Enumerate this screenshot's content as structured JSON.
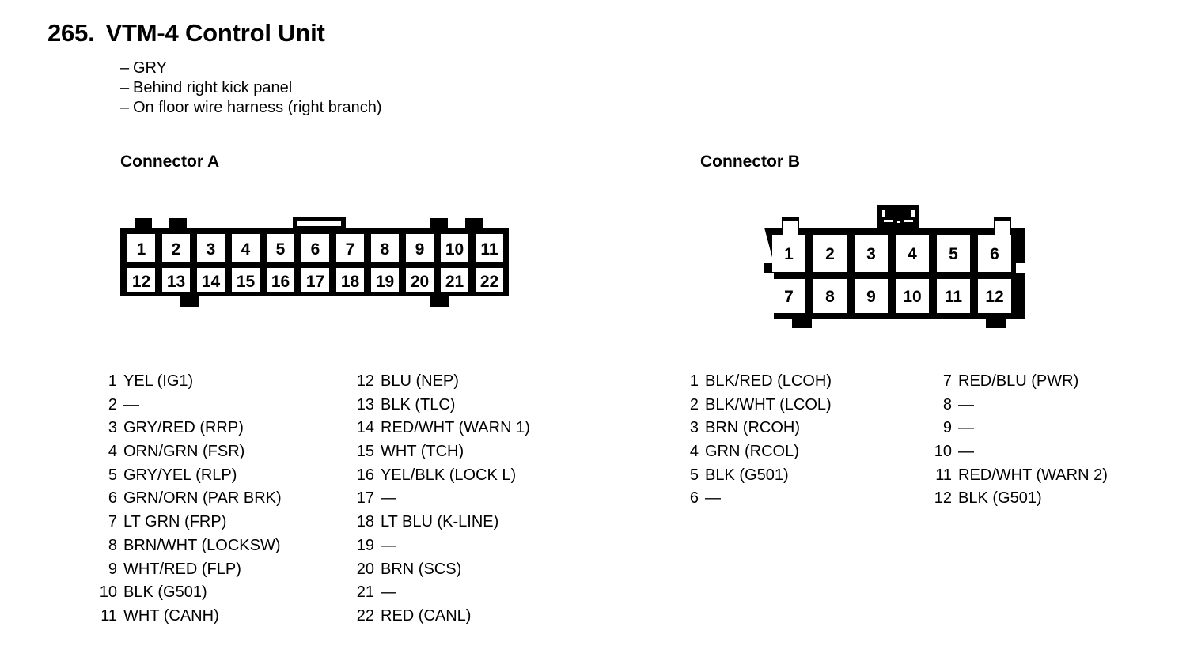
{
  "header": {
    "number": "265.",
    "title": "VTM-4 Control Unit",
    "notes": [
      "GRY",
      "Behind right kick panel",
      "On floor wire harness (right branch)"
    ],
    "dash": "–"
  },
  "colors": {
    "ink": "#000000",
    "paper": "#ffffff"
  },
  "connector_a": {
    "heading": "Connector A",
    "grid": {
      "columns": 11,
      "rows": 2,
      "top_row_pins": [
        "1",
        "2",
        "3",
        "4",
        "5",
        "6",
        "7",
        "8",
        "9",
        "10",
        "11"
      ],
      "bottom_row_pins": [
        "12",
        "13",
        "14",
        "15",
        "16",
        "17",
        "18",
        "19",
        "20",
        "21",
        "22"
      ]
    },
    "legend_col1": [
      {
        "pin": "1",
        "desc": "YEL (IG1)"
      },
      {
        "pin": "2",
        "desc": "—"
      },
      {
        "pin": "3",
        "desc": "GRY/RED (RRP)"
      },
      {
        "pin": "4",
        "desc": "ORN/GRN (FSR)"
      },
      {
        "pin": "5",
        "desc": "GRY/YEL (RLP)"
      },
      {
        "pin": "6",
        "desc": "GRN/ORN (PAR BRK)"
      },
      {
        "pin": "7",
        "desc": "LT GRN (FRP)"
      },
      {
        "pin": "8",
        "desc": "BRN/WHT (LOCKSW)"
      },
      {
        "pin": "9",
        "desc": "WHT/RED (FLP)"
      },
      {
        "pin": "10",
        "desc": "BLK (G501)"
      },
      {
        "pin": "11",
        "desc": "WHT (CANH)"
      }
    ],
    "legend_col2": [
      {
        "pin": "12",
        "desc": "BLU (NEP)"
      },
      {
        "pin": "13",
        "desc": "BLK (TLC)"
      },
      {
        "pin": "14",
        "desc": "RED/WHT (WARN 1)"
      },
      {
        "pin": "15",
        "desc": "WHT (TCH)"
      },
      {
        "pin": "16",
        "desc": "YEL/BLK (LOCK L)"
      },
      {
        "pin": "17",
        "desc": "—"
      },
      {
        "pin": "18",
        "desc": "LT BLU (K-LINE)"
      },
      {
        "pin": "19",
        "desc": "—"
      },
      {
        "pin": "20",
        "desc": "BRN (SCS)"
      },
      {
        "pin": "21",
        "desc": "—"
      },
      {
        "pin": "22",
        "desc": "RED (CANL)"
      }
    ]
  },
  "connector_b": {
    "heading": "Connector B",
    "grid": {
      "columns": 6,
      "rows": 2,
      "top_row_pins": [
        "1",
        "2",
        "3",
        "4",
        "5",
        "6"
      ],
      "bottom_row_pins": [
        "7",
        "8",
        "9",
        "10",
        "11",
        "12"
      ]
    },
    "legend_col1": [
      {
        "pin": "1",
        "desc": "BLK/RED (LCOH)"
      },
      {
        "pin": "2",
        "desc": "BLK/WHT (LCOL)"
      },
      {
        "pin": "3",
        "desc": "BRN (RCOH)"
      },
      {
        "pin": "4",
        "desc": "GRN (RCOL)"
      },
      {
        "pin": "5",
        "desc": "BLK (G501)"
      },
      {
        "pin": "6",
        "desc": "—"
      }
    ],
    "legend_col2": [
      {
        "pin": "7",
        "desc": "RED/BLU (PWR)"
      },
      {
        "pin": "8",
        "desc": "—"
      },
      {
        "pin": "9",
        "desc": "—"
      },
      {
        "pin": "10",
        "desc": "—"
      },
      {
        "pin": "11",
        "desc": "RED/WHT (WARN 2)"
      },
      {
        "pin": "12",
        "desc": "BLK (G501)"
      }
    ]
  }
}
